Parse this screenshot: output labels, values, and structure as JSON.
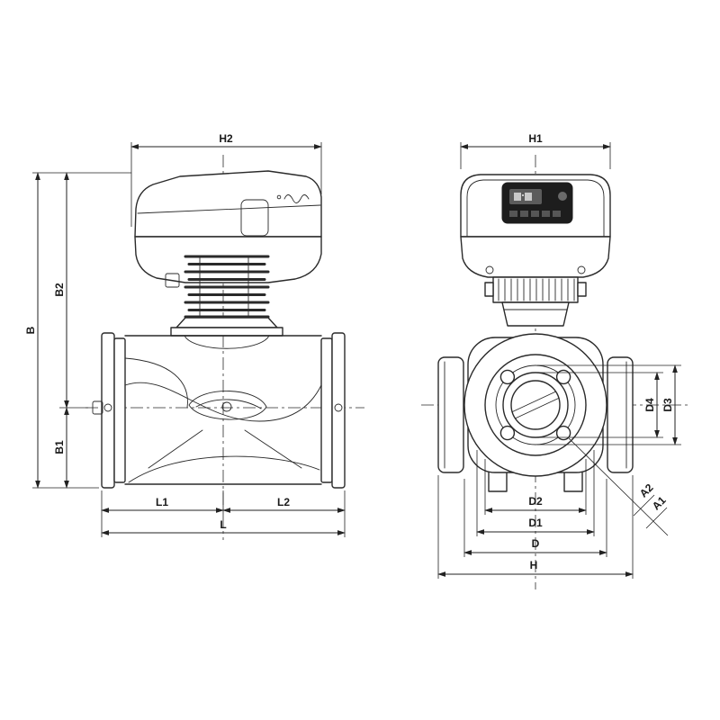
{
  "drawing": {
    "background": "#ffffff",
    "line_color": "#2a2a2a",
    "dim_labels": {
      "h2": "H2",
      "h1": "H1",
      "b": "B",
      "b2": "B2",
      "b1": "B1",
      "l1": "L1",
      "l2": "L2",
      "l": "L",
      "d2": "D2",
      "d1": "D1",
      "d": "D",
      "h": "H",
      "d4": "D4",
      "d3": "D3",
      "a2": "A2",
      "a1": "A1"
    }
  }
}
